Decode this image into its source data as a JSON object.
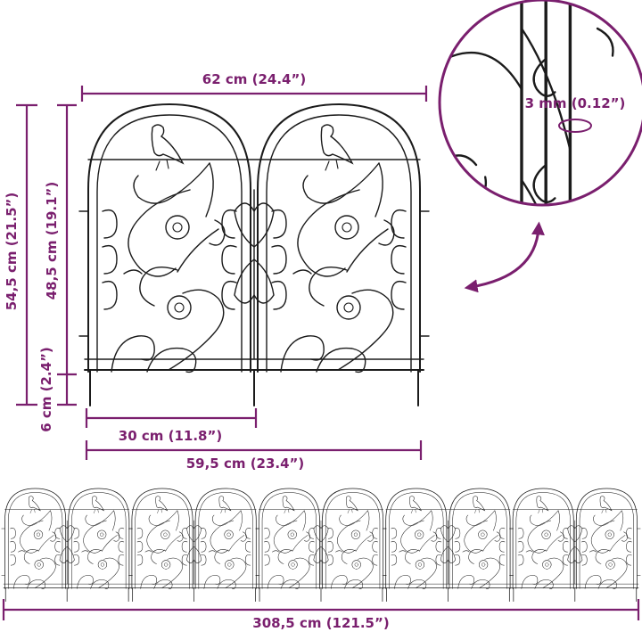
{
  "colors": {
    "dimension": "#7a1f6e",
    "iron": "#1b1b1b",
    "background": "#ffffff"
  },
  "dimensions": {
    "panel_width": "62 cm (24.4”)",
    "total_height": "54,5 cm (21.5”)",
    "panel_height": "48,5 cm (19.1”)",
    "stake_height": "6 cm (2.4”)",
    "stake_spacing": "30 cm (11.8”)",
    "stake_span": "59,5 cm (23.4”)",
    "wire_thickness": "3 mm (0.12”)",
    "total_length": "308,5 cm (121.5”)"
  },
  "icons": {
    "detail_magnifier": "magnifier-circle-icon",
    "detail_arrow": "curved-arrow-icon"
  },
  "panel_strip": {
    "count": 5
  }
}
